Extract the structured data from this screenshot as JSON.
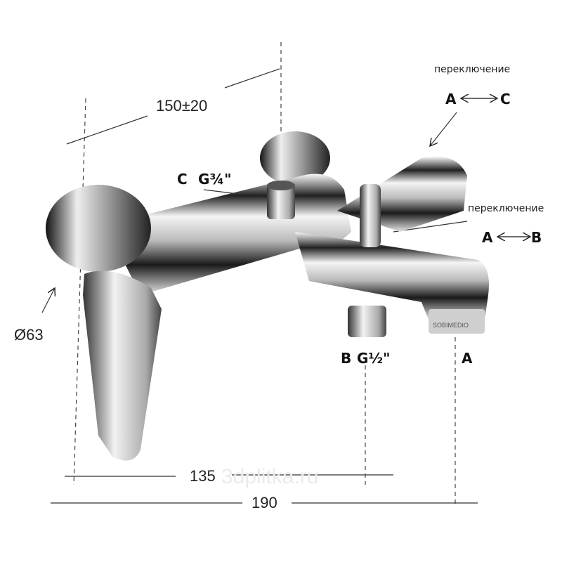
{
  "dimensions": {
    "depth": "150±20",
    "rosette_diameter": "Ø63",
    "outlet_spacing": "135",
    "overall_width": "190"
  },
  "connections": {
    "c_label": "C",
    "c_thread": "G¾\"",
    "b_label": "B",
    "b_thread": "G½\"",
    "a_label": "A"
  },
  "switches": [
    {
      "caption": "переключение",
      "from": "A",
      "to": "C"
    },
    {
      "caption": "переключение",
      "from": "A",
      "to": "B"
    }
  ],
  "product_marking": "SOBIMEDIO",
  "watermark": "3dplitka.ru"
}
